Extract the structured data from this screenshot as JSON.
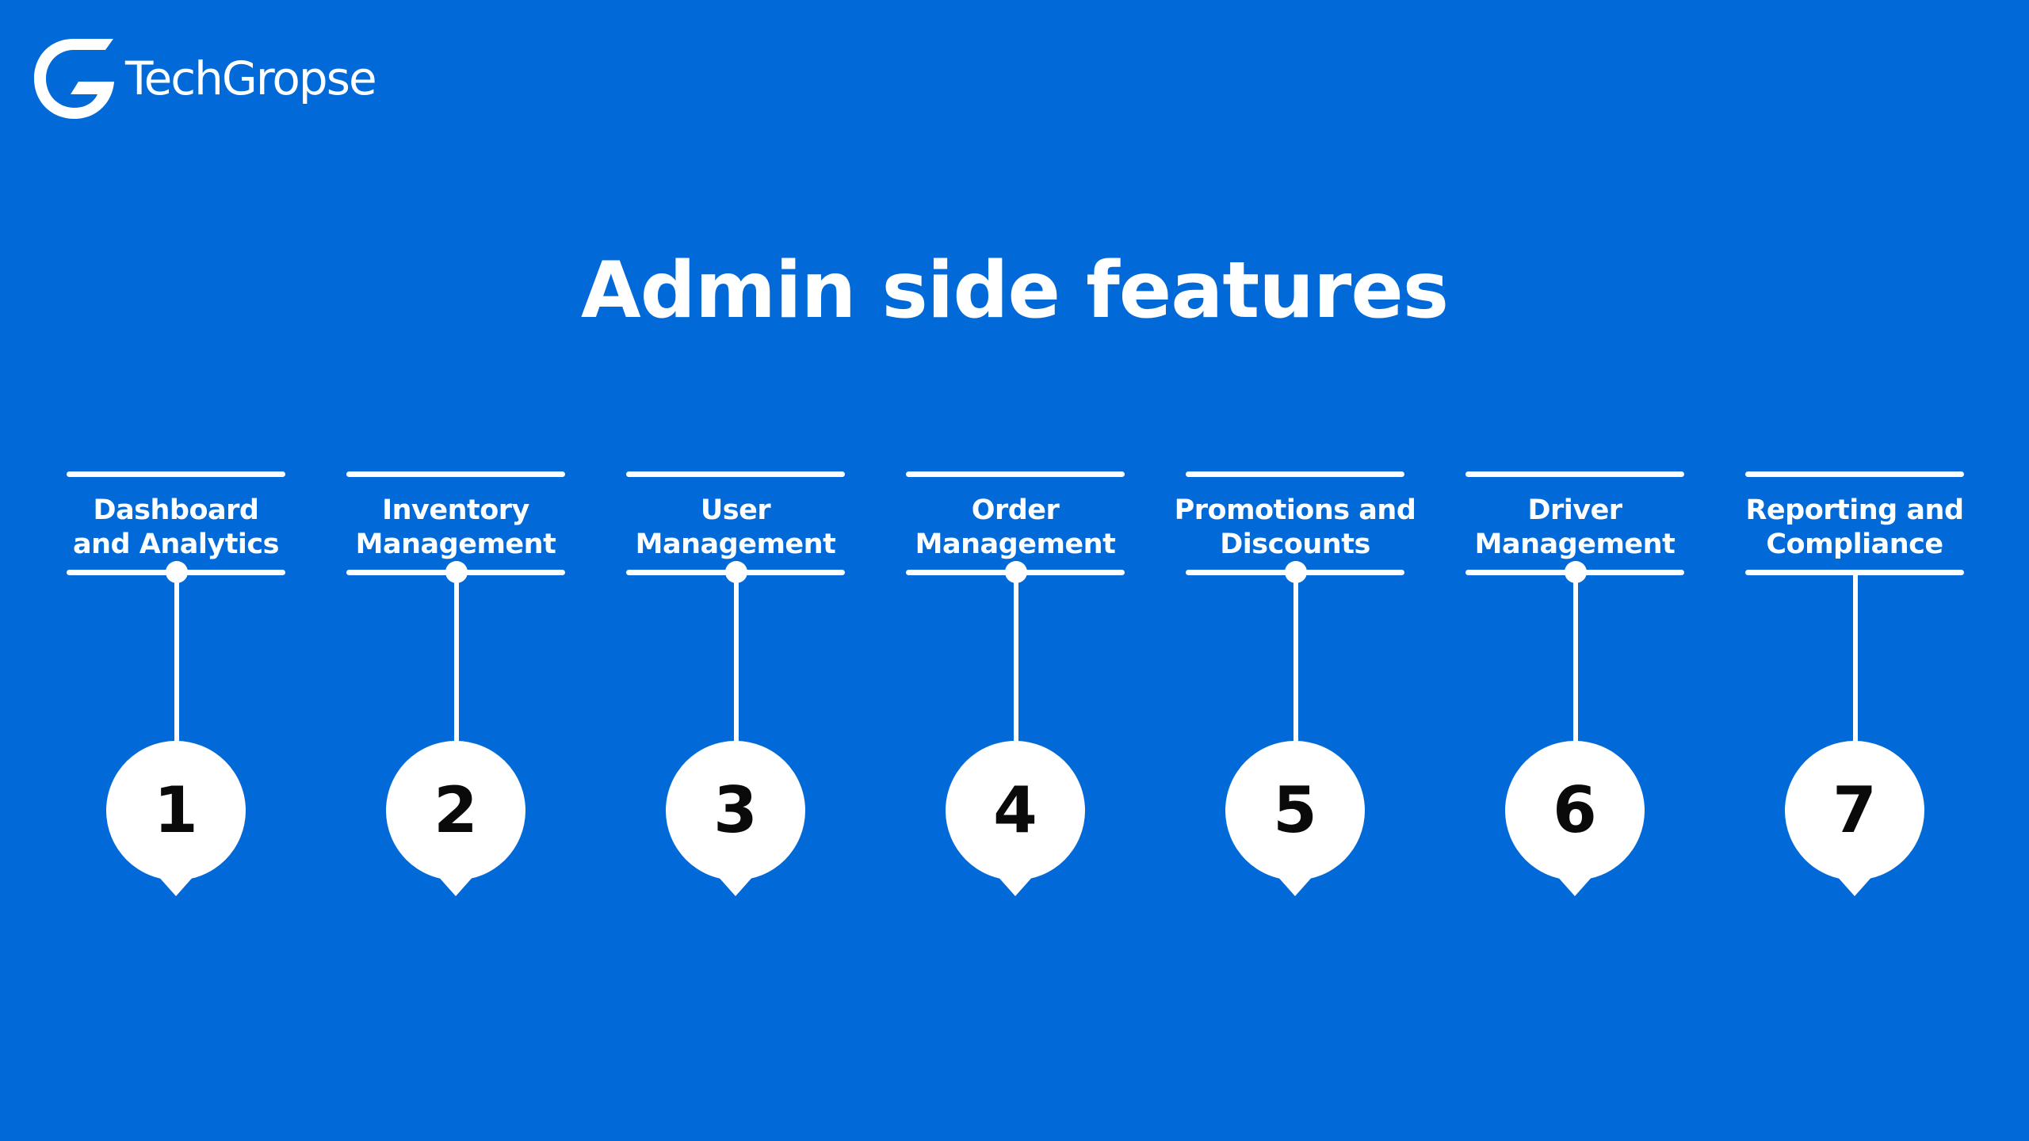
{
  "brand": {
    "name": "TechGropse",
    "logo_icon": "techgropse-g-logo-icon",
    "background_color": "#016ad8",
    "foreground_color": "#ffffff",
    "number_color": "#0a0a0a"
  },
  "title": "Admin side features",
  "features": [
    {
      "number": "1",
      "line1": "Dashboard",
      "line2": "and Analytics"
    },
    {
      "number": "2",
      "line1": "Inventory",
      "line2": "Management"
    },
    {
      "number": "3",
      "line1": "User",
      "line2": "Management"
    },
    {
      "number": "4",
      "line1": "Order",
      "line2": "Management"
    },
    {
      "number": "5",
      "line1": "Promotions and",
      "line2": "Discounts"
    },
    {
      "number": "6",
      "line1": "Driver",
      "line2": "Management"
    },
    {
      "number": "7",
      "line1": "Reporting and",
      "line2": "Compliance"
    }
  ]
}
